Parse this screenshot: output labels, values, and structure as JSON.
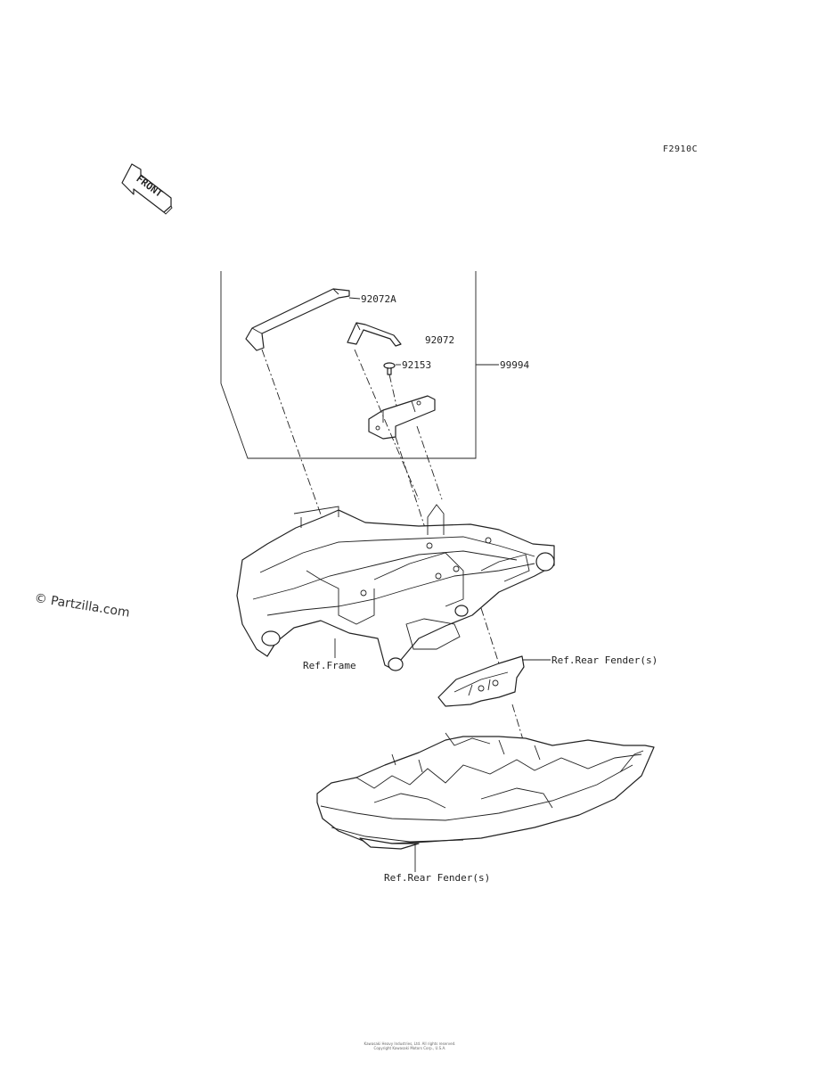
{
  "figure_code": "F2910C",
  "front_arrow_text": "FRONT",
  "watermark": "© Partzilla.com",
  "callouts": {
    "strap_a": "92072A",
    "strap": "92072",
    "bolt": "92153",
    "assembly": "99994",
    "frame": "Ref.Frame",
    "fender_upper": "Ref.Rear Fender(s)",
    "fender_lower": "Ref.Rear Fender(s)"
  },
  "footer": {
    "line1": "Kawasaki Heavy Industries, Ltd. All rights reserved.",
    "line2": "Copyright Kawasaki Motors Corp., U.S.A."
  }
}
